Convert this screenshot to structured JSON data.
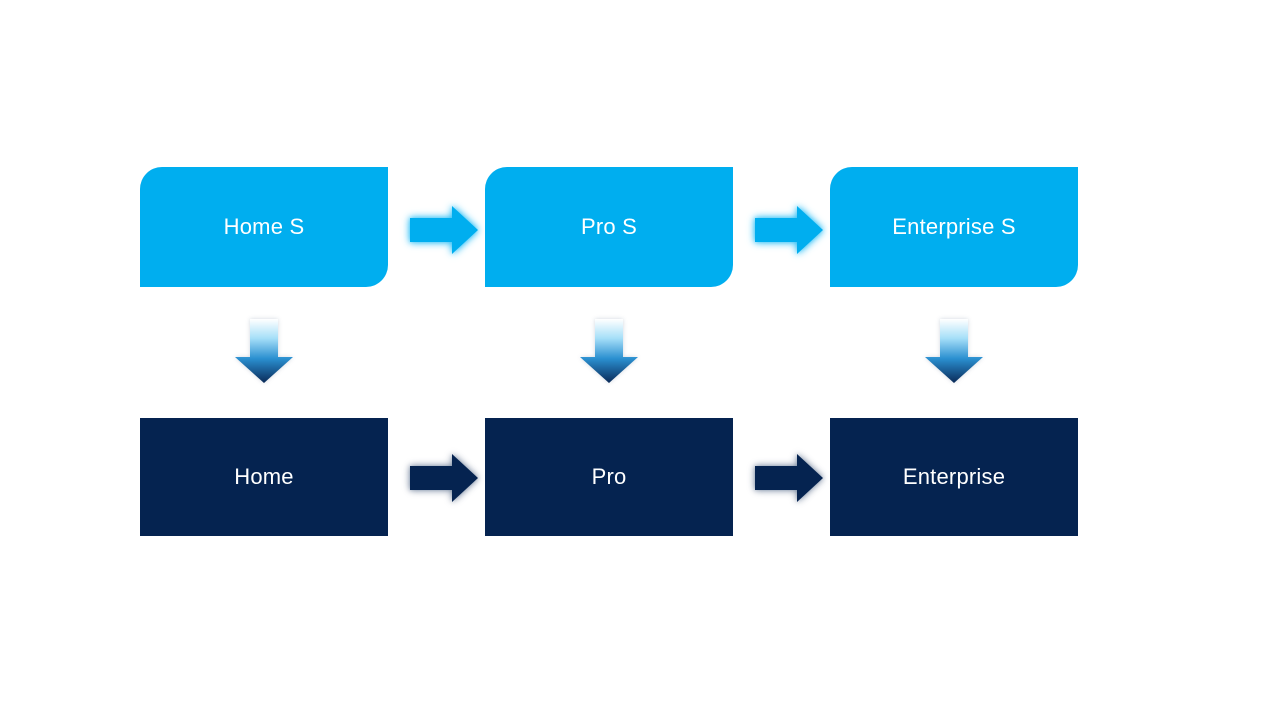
{
  "page": {
    "background": "#FFFFFF"
  },
  "colors": {
    "light_blue": "#00AEEF",
    "navy": "#052350",
    "label_text": "#FFFFFF",
    "down_gradient_stop_1": "#FFFFFF",
    "down_gradient_stop_2": "#A6DFF8",
    "down_gradient_stop_3": "#2A8FD0",
    "down_gradient_stop_4": "#0A2A58"
  },
  "diagram": {
    "columns": [
      {
        "top_label": "Home S",
        "bottom_label": "Home"
      },
      {
        "top_label": "Pro S",
        "bottom_label": "Pro"
      },
      {
        "top_label": "Enterprise S",
        "bottom_label": "Enterprise"
      }
    ],
    "icons": {
      "right_arrow_top": "right-arrow-icon (light blue, glow)",
      "right_arrow_bottom": "right-arrow-icon (navy, glow)",
      "down_arrow": "down-arrow-icon (white-to-navy gradient)"
    }
  }
}
